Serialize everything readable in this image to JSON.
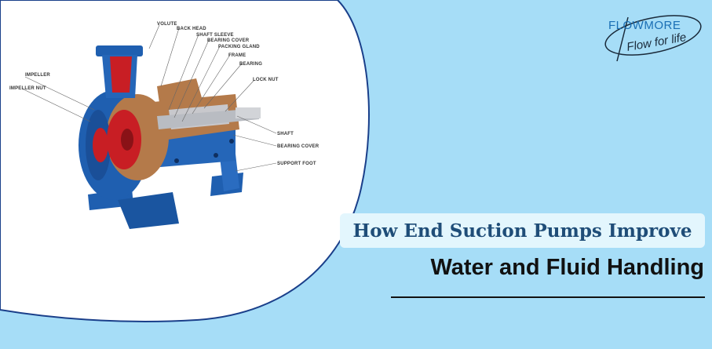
{
  "brand": {
    "name": "FLOWMORE",
    "tagline": "Flow for life"
  },
  "headline": {
    "line1": "How End Suction Pumps Improve",
    "line2": "Water and Fluid Handling"
  },
  "diagram": {
    "labels": {
      "volute": "VOLUTE",
      "back_head": "BACK HEAD",
      "shaft_sleeve": "SHAFT SLEEVE",
      "bearing_cover_top": "BEARING COVER",
      "packing_gland": "PACKING GLAND",
      "frame": "FRAME",
      "bearing": "BEARING",
      "lock_nut": "LOCK NUT",
      "impeller": "IMPELLER",
      "impeller_nut": "IMPELLER NUT",
      "shaft": "SHAFT",
      "bearing_cover_bottom": "BEARING COVER",
      "support_foot": "SUPPORT FOOT"
    }
  },
  "colors": {
    "background": "#a6ddf7",
    "panel": "#ffffff",
    "pump_blue": "#1f5fb0",
    "pump_red": "#c81e24",
    "pump_bronze": "#b47a4a",
    "brand_blue": "#1a6fb5"
  }
}
